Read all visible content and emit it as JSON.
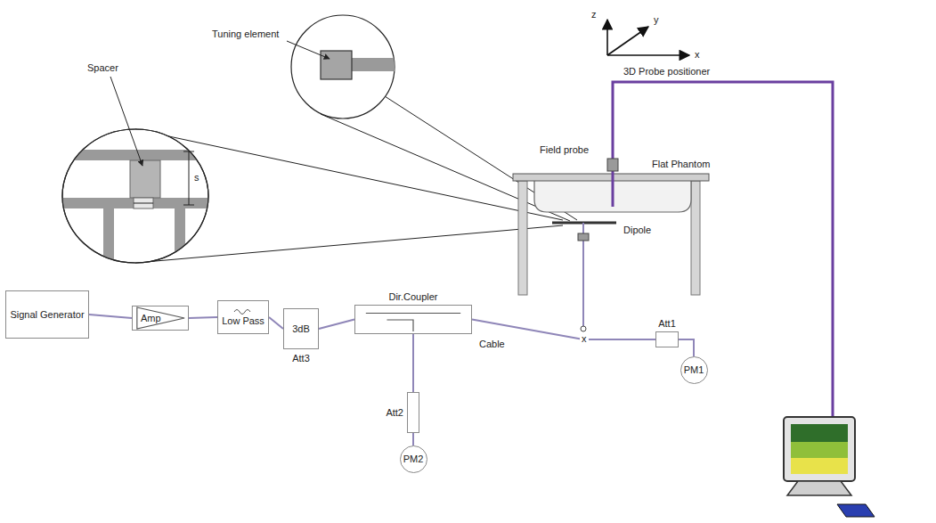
{
  "diagram": {
    "nodes": [
      {
        "text": [
          "Signal Generator"
        ]
      },
      {
        "text": [
          "Amp"
        ]
      },
      {
        "text": [
          "Low Pass"
        ]
      },
      {
        "text": [
          "3dB",
          "Att3"
        ]
      },
      {
        "text": [
          "Dir.Coupler"
        ]
      },
      {
        "text": [
          "Att2"
        ]
      },
      {
        "text": [
          "PM2"
        ]
      },
      {
        "text": [
          "Att1"
        ]
      },
      {
        "text": [
          "PM1"
        ]
      }
    ],
    "edges": [
      {
        "from": 0,
        "to": 1,
        "arrow": "none"
      },
      {
        "from": 1,
        "to": 2,
        "arrow": "none"
      },
      {
        "from": 2,
        "to": 3,
        "arrow": "none"
      },
      {
        "from": 3,
        "to": 4,
        "arrow": "none"
      },
      {
        "from": 4,
        "to": 5,
        "arrow": "none"
      },
      {
        "from": 5,
        "to": 6,
        "arrow": "none"
      },
      {
        "from": 4,
        "to": 7,
        "arrow": "none"
      },
      {
        "from": 7,
        "to": 8,
        "arrow": "none"
      }
    ],
    "labels": [
      "Spacer",
      "s",
      "Tuning element",
      "z",
      "y",
      "x",
      "3D Probe positioner",
      "Field probe",
      "Flat Phantom",
      "Dipole",
      "Cable",
      "x"
    ]
  }
}
